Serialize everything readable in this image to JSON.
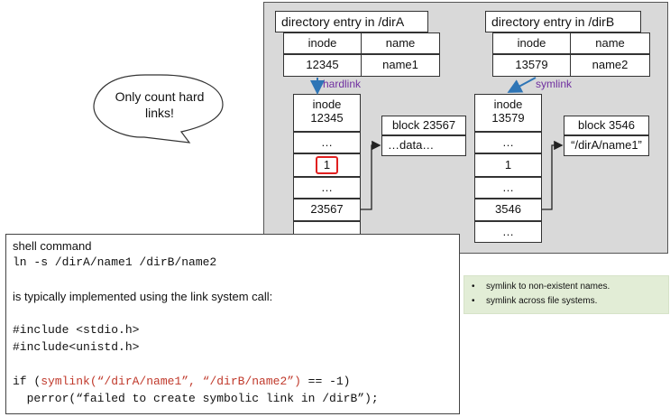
{
  "dirA": {
    "title": "directory entry in /dirA",
    "col_inode": "inode",
    "col_name": "name",
    "inode": "12345",
    "name": "name1"
  },
  "dirB": {
    "title": "directory entry in /dirB",
    "col_inode": "inode",
    "col_name": "name",
    "inode": "13579",
    "name": "name2"
  },
  "hardlink_label": "hardlink",
  "symlink_label": "symlink",
  "callout": "Only count hard links!",
  "inodeA": {
    "header": "inode\n12345",
    "rows": [
      "…",
      "1",
      "…",
      "23567",
      "…"
    ]
  },
  "inodeB": {
    "header": "inode\n13579",
    "rows": [
      "…",
      "1",
      "…",
      "3546",
      "…"
    ]
  },
  "blockA": {
    "title": "block 23567",
    "content": "…data…"
  },
  "blockB": {
    "title": "block 3546",
    "content": "“/dirA/name1”"
  },
  "code": {
    "line1": "shell command",
    "line2": "ln -s /dirA/name1 /dirB/name2",
    "line3": "is typically implemented using the link system call:",
    "line4": "#include <stdio.h>",
    "line5": "#include<unistd.h>",
    "line6_pre": "if (",
    "line6_red": "symlink(“/dirA/name1”, “/dirB/name2”)",
    "line6_post": " == -1)",
    "line7": "  perror(“failed to create symbolic link in /dirB”);"
  },
  "notes": [
    "symlink to non-existent names.",
    "symlink across file systems."
  ],
  "colors": {
    "hardlink": "#7030a0",
    "arrow_blue": "#2e75b6",
    "highlight": "#e02020",
    "note_bg": "#e2edd6"
  }
}
